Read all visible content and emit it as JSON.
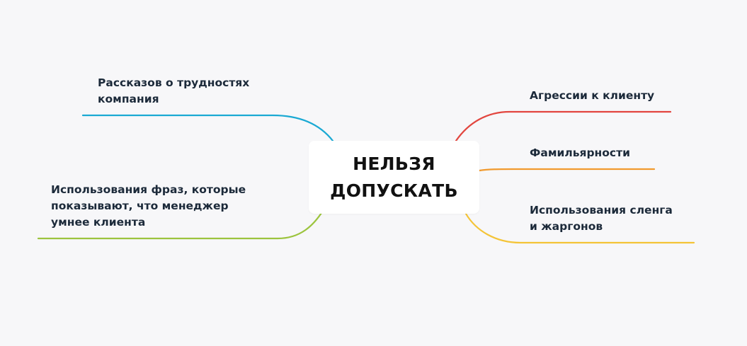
{
  "central": {
    "title": "НЕЛЬЗЯ\nДОПУСКАТЬ"
  },
  "branches": {
    "left": [
      {
        "label": "Рассказов о трудностях\nкомпания",
        "color": "#1aa9d3"
      },
      {
        "label": "Использования фраз, которые\nпоказывают, что менеджер\nумнее клиента",
        "color": "#9cc43e"
      }
    ],
    "right": [
      {
        "label": "Агрессии к клиенту",
        "color": "#e2463f"
      },
      {
        "label": "Фамильярности",
        "color": "#f19a2e"
      },
      {
        "label": "Использования сленга\nи жаргонов",
        "color": "#f4c437"
      }
    ]
  },
  "colors": {
    "background": "#f7f7f9",
    "node_background": "#ffffff",
    "central_text": "#111111",
    "branch_text": "#1c2a3a"
  }
}
